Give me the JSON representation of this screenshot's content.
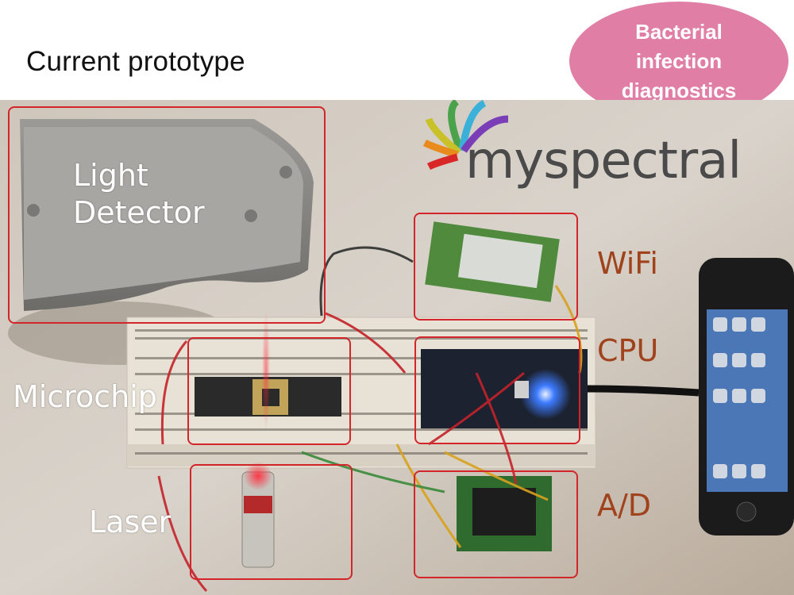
{
  "slide": {
    "title": "Current prototype",
    "badge": "Bacterial\ninfection\ndiagnostics",
    "logo": "myspectral"
  },
  "labels": {
    "light_detector": "Light\nDetector",
    "microchip": "Microchip",
    "laser": "Laser",
    "wifi": "WiFi",
    "cpu": "CPU",
    "ad": "A/D"
  },
  "colors": {
    "badge": "#e07ea5",
    "highlight_box": "#d2262b",
    "label_brown": "#a0431d",
    "led_blue": "#3d7bff"
  },
  "icons": [
    "smartphone-icon",
    "myspectral-logo-icon"
  ]
}
